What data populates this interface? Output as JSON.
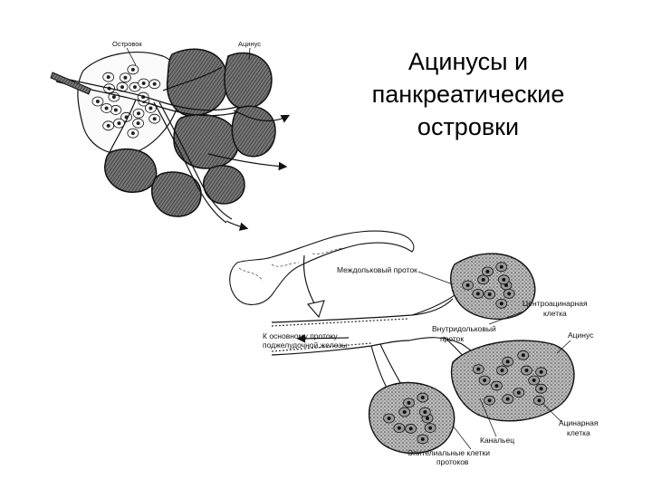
{
  "slide": {
    "title_lines": [
      "Ацинусы и",
      "панкреатические",
      "островки"
    ]
  },
  "top_figure": {
    "label_islet": "Островок",
    "label_acinus": "Ацинус"
  },
  "bottom_figure": {
    "label_interlobular_duct": "Междольковый проток",
    "label_centroacinar_line1": "Центроацинарная",
    "label_centroacinar_line2": "клетка",
    "label_intralobular_line1": "Внутридольковый",
    "label_intralobular_line2": "проток",
    "label_main_duct_line1": "К основному протоку",
    "label_main_duct_line2": "поджелудочной железы",
    "label_acinus": "Ацинус",
    "label_acinar_cell_line1": "Ацинарная",
    "label_acinar_cell_line2": "клетка",
    "label_canaliculus": "Канальец",
    "label_epithelial_line1": "Эпителиальные клетки",
    "label_epithelial_line2": "протоков"
  },
  "colors": {
    "text": "#000000",
    "dark_tissue": "#3a3a3a",
    "mid_tissue": "#8a8a8a",
    "light_tissue": "#f4f4f4",
    "background": "#ffffff"
  }
}
